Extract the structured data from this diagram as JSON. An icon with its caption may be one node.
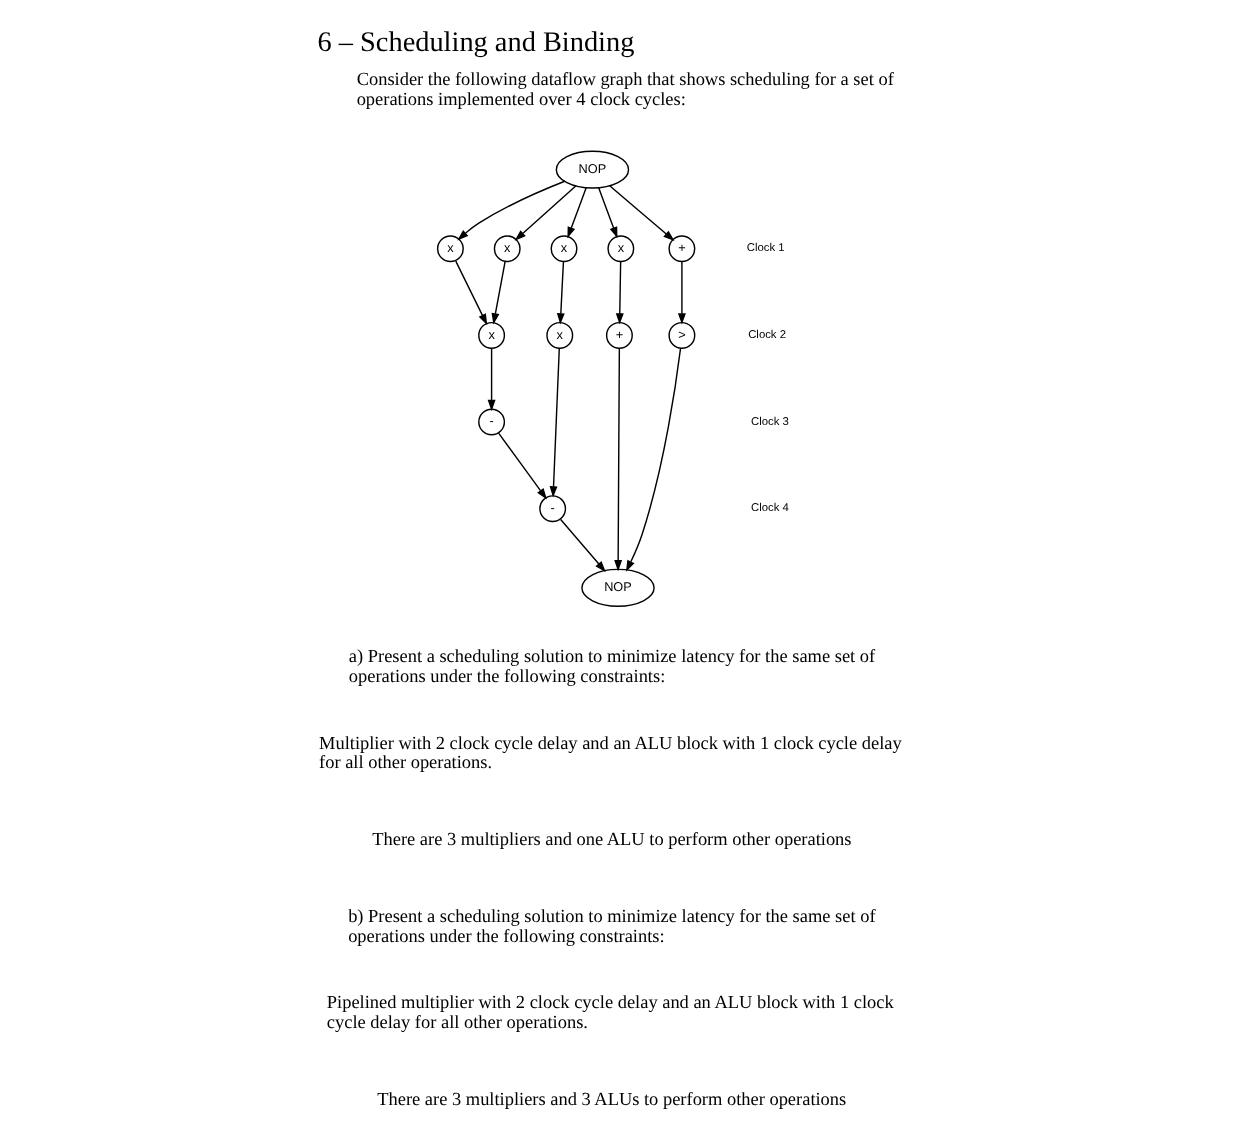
{
  "diagram": {
    "title": "6 – Scheduling and Binding",
    "nodes": [
      {
        "text": [
          "NOP"
        ]
      },
      {
        "text": [
          "x"
        ]
      },
      {
        "text": [
          "x"
        ]
      },
      {
        "text": [
          "x"
        ]
      },
      {
        "text": [
          "x"
        ]
      },
      {
        "text": [
          "+"
        ]
      },
      {
        "text": [
          "x"
        ]
      },
      {
        "text": [
          "x"
        ]
      },
      {
        "text": [
          "+"
        ]
      },
      {
        "text": [
          ">"
        ]
      },
      {
        "text": [
          "-"
        ]
      },
      {
        "text": [
          "-"
        ]
      },
      {
        "text": [
          "NOP"
        ]
      }
    ],
    "edges": [
      {
        "from": 0,
        "to": 1,
        "arrow": "to"
      },
      {
        "from": 0,
        "to": 2,
        "arrow": "to"
      },
      {
        "from": 0,
        "to": 3,
        "arrow": "to"
      },
      {
        "from": 0,
        "to": 4,
        "arrow": "to"
      },
      {
        "from": 0,
        "to": 5,
        "arrow": "to"
      },
      {
        "from": 1,
        "to": 6,
        "arrow": "to"
      },
      {
        "from": 2,
        "to": 6,
        "arrow": "to"
      },
      {
        "from": 3,
        "to": 7,
        "arrow": "to"
      },
      {
        "from": 4,
        "to": 8,
        "arrow": "to"
      },
      {
        "from": 5,
        "to": 9,
        "arrow": "to"
      },
      {
        "from": 6,
        "to": 10,
        "arrow": "to"
      },
      {
        "from": 10,
        "to": 11,
        "arrow": "to"
      },
      {
        "from": 7,
        "to": 11,
        "arrow": "to"
      },
      {
        "from": 11,
        "to": 12,
        "arrow": "to"
      },
      {
        "from": 8,
        "to": 12,
        "arrow": "to"
      },
      {
        "from": 9,
        "to": 12,
        "arrow": "to"
      }
    ],
    "labels": [
      "Consider the following dataflow graph that shows scheduling for a set of operations implemented over 4 clock cycles:",
      "Clock 1",
      "Clock 2",
      "Clock 3",
      "Clock 4",
      "a) Present a scheduling solution to minimize latency for the same set of operations under the following constraints:",
      "Multiplier with 2 clock cycle delay and an ALU block with 1 clock cycle delay for all other operations.",
      "There are 3 multipliers and one ALU to perform other operations",
      "b) Present a scheduling solution to minimize latency for the same set of operations under the following constraints:",
      "Pipelined multiplier with 2 clock cycle delay and an ALU block with 1 clock cycle delay for all other operations.",
      "There are 3 multipliers and 3 ALUs to perform other operations"
    ]
  }
}
